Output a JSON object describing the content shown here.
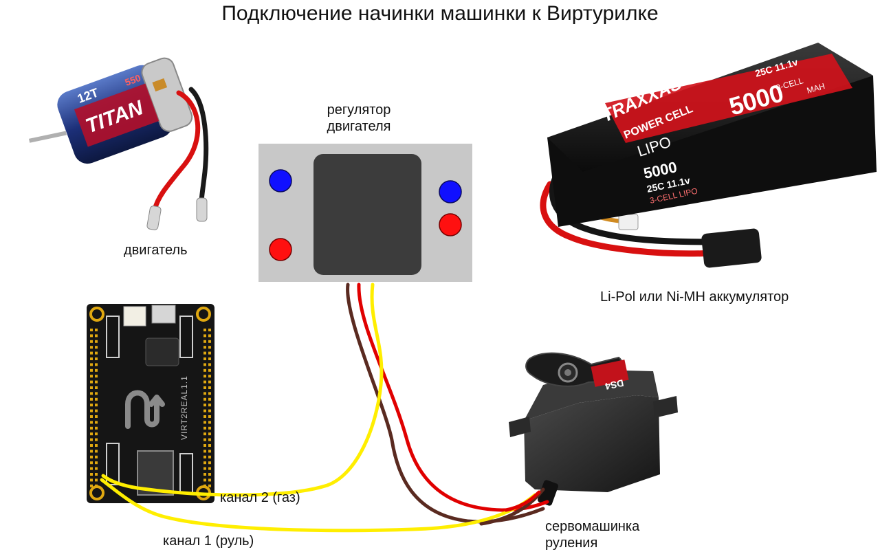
{
  "title": "Подключение начинки машинки к Виртурилке",
  "labels": {
    "esc": "регулятор\nдвигателя",
    "motor": "двигатель",
    "battery": "Li-Pol или Ni-MH аккумулятор",
    "channel2": "канал 2 (газ)",
    "channel1": "канал 1 (руль)",
    "servo": "сервомашинка\nруления"
  },
  "motor": {
    "brand_text": "TITAN",
    "spec_text": "12T",
    "turns_text": "550"
  },
  "battery": {
    "brand_text": "TRAXXAS",
    "series_text": "POWER CELL",
    "chem_text": "LIPO",
    "capacity_text": "5000",
    "capacity_unit": "MAH",
    "rating_text": "25C 11.1v",
    "cells_text": "3-CELL",
    "cells_lipo_text": "3-CELL LIPO"
  },
  "board": {
    "silk_text": "VIRT2REAL1.1"
  },
  "servo": {
    "model_text": "DS4"
  },
  "colors": {
    "esc_body": "#c8c8c8",
    "esc_core": "#3c3c3c",
    "terminal_blue": "#1010ff",
    "terminal_red": "#ff1010",
    "wire_yellow": "#ffee00",
    "wire_red": "#e00000",
    "wire_brown": "#5a2a20",
    "board": "#151515",
    "battery_red": "#d0121b"
  }
}
